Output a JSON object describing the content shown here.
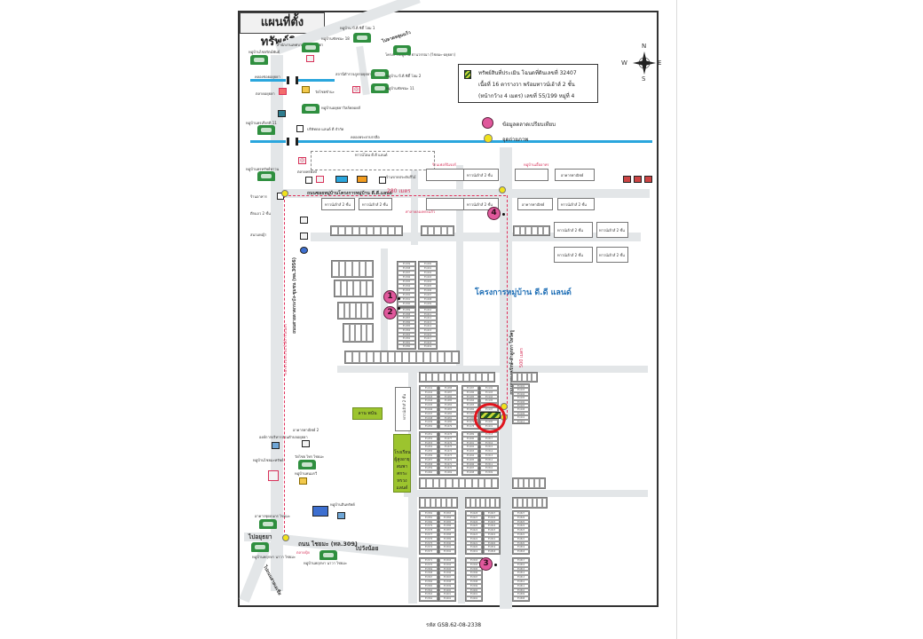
{
  "map": {
    "title": "แผนที่ตั้งทรัพย์สิน",
    "ref_code": "รหัส GSB.62-08-2338",
    "project_label": "โครงการหมู่บ้าน ดี.ดี แลนด์",
    "colors": {
      "road": "#e3e6e8",
      "canal": "#2aa6dd",
      "comparable_marker": "#e0589c",
      "photo_point": "#f1e21c",
      "subject_ring": "#e0141d",
      "green_area": "#9cc42e",
      "distance_text": "#d8325a"
    }
  },
  "legend": {
    "subject_lines": [
      "ทรัพย์สินที่ประเมิน โฉนดที่ดินเลขที่  32407",
      "เนื้อที่ 16 ตารางวา พร้อมทาวน์เฮ้าส์  2  ชั้น",
      "(หน้ากว้าง 4 เมตร) เลขที่  55/199 หมู่ที่ 4"
    ],
    "comparable_label": "ข้อมูลตลาดเปรียบเทียบ",
    "photo_label": "จุดถ่ายภาพ"
  },
  "compass": {
    "n": "N",
    "s": "S",
    "e": "E",
    "w": "W"
  },
  "roads": {
    "main_vertical": "ถนนสายองครักษ์-ลำลูกกา ไหว้ครู",
    "left_vertical": "ถนนสายลาดกระบัง-ชุมชน (ทล.3056)",
    "bottom_horizontal": "ถนน ไชยมะ (ทล.309)",
    "soi_top": "ถนนซอยหมู่บ้านโครงการหมู่บ้าน ดี.ดี.แลนด์",
    "to_left": "ไปอยุธยา",
    "to_right": "ไปวังน้อย",
    "to_bottom_left": "ไปถนนสายเอเชีย",
    "to_top_right": "ไปลาดหลุมแก้ว"
  },
  "distances": {
    "top_road": "280 เมตร",
    "main_road": "500 เมตร",
    "left_road": "ระยะทางประมาณ 6.80 กิโลเมตร"
  },
  "canals": {
    "top": "คลองซอยอยุธยา",
    "middle": "คลองพระยาบรรลือ"
  },
  "places": [
    {
      "id": "p1",
      "label": "หมู่บ้าน บี.ดี.ซิตี้ โฮม 1"
    },
    {
      "id": "p2",
      "label": "หมู่บ้านชัยชนะ 18"
    },
    {
      "id": "p3",
      "label": "สำนักงานเทศบาลตำบลอยุธยา"
    },
    {
      "id": "p4",
      "label": "หมู่บ้านไชยรัตน์พันธ์"
    },
    {
      "id": "p5",
      "label": "โครงการหมู่บ้าน ย่านวรรณา (ไชยมะ-อยุธยา)"
    },
    {
      "id": "p6",
      "label": "หมู่บ้าน บี.ดี.ซิตี้ โฮม 2"
    },
    {
      "id": "p7",
      "label": "หมู่บ้านชัยชนะ 11"
    },
    {
      "id": "p8",
      "label": "สถานีตำรวจภูธรอยุธยา"
    },
    {
      "id": "p9",
      "label": "ตลาดอยุธยา"
    },
    {
      "id": "p10",
      "label": "วัดไชยชำนะ"
    },
    {
      "id": "p11",
      "label": "หมู่บ้านอยุธยาวิลล์พลอยส์"
    },
    {
      "id": "p12",
      "label": "หมู่บ้านพรเกียรติ 11"
    },
    {
      "id": "p13",
      "label": "บริษัทดล แลนด์ ดี จำกัด"
    },
    {
      "id": "p14",
      "label": "หมู่บ้านพรทรัพย์พาวน"
    },
    {
      "id": "p15",
      "label": "ตลาดพรพงษ์"
    },
    {
      "id": "p16",
      "label": "ทาวน์โฮม ดี.ดี แลนด์"
    },
    {
      "id": "p17",
      "label": "ร้านขายประดับสีไม้"
    },
    {
      "id": "p18",
      "label": "ร้านเฟอร์นิเจอร์"
    },
    {
      "id": "p19",
      "label": "ศาลาคลองพระแก้ว"
    },
    {
      "id": "p20",
      "label": "หมู่บ้านเอื้ออาทร"
    },
    {
      "id": "p21",
      "label": "ร้านอาหาร"
    },
    {
      "id": "p22",
      "label": "ตึกแถว 2 ชั้น"
    },
    {
      "id": "p23",
      "label": "สนามหญ้า"
    },
    {
      "id": "p24",
      "label": "ลาน พนัน"
    },
    {
      "id": "p25",
      "label": "โรงเรียนผู้สูงอายุ สมพาศกระทรวงแลนด์"
    },
    {
      "id": "p26",
      "label": "อาคารพาณิชย์ 2"
    },
    {
      "id": "p27",
      "label": "องค์การบริหารส่วนตำบลอยุธยา"
    },
    {
      "id": "p28",
      "label": "หมู่บ้านไชยมะทรัพย์"
    },
    {
      "id": "p29",
      "label": "วัดไชย ไทร ไชยมะ"
    },
    {
      "id": "p30",
      "label": "หมู่บ้านพนมรวี"
    },
    {
      "id": "p31",
      "label": "อาคารชุดธนกร ไชยมะ"
    },
    {
      "id": "p32",
      "label": "หมู่บ้านสินทรัพย์"
    },
    {
      "id": "p33",
      "label": "หมู่บ้านพฤกษา นาวา ไชยมะ"
    },
    {
      "id": "p34",
      "label": "ตลาดปุ้ย"
    }
  ],
  "building_labels": {
    "shophouse": "ทาวน์เฮ้าส์ 2 ชั้น",
    "commercial": "อาคารพาณิชย์",
    "shop_2": "ตึกแถว 2 ชั้น"
  },
  "comparables": [
    {
      "number": "1"
    },
    {
      "number": "2"
    },
    {
      "number": "3"
    },
    {
      "number": "4"
    }
  ],
  "plot_numbers": {
    "block_a": [
      "55/399",
      "55/398",
      "55/397",
      "55/396",
      "55/395",
      "55/394",
      "55/393",
      "55/392",
      "55/391",
      "55/390"
    ],
    "block_b": [
      "55/400",
      "55/401",
      "55/402",
      "55/403",
      "55/404",
      "55/405",
      "55/406",
      "55/407",
      "55/408",
      "55/409"
    ],
    "block_c": [
      "55/389",
      "55/388",
      "55/387",
      "55/386",
      "55/385",
      "55/384",
      "55/383",
      "55/382",
      "55/381",
      "55/380"
    ],
    "block_d": [
      "55/410",
      "55/411",
      "55/412",
      "55/413",
      "55/414",
      "55/415",
      "55/416",
      "55/417",
      "55/418",
      "55/419"
    ],
    "subject_col_left": [
      "55/441",
      "55/442",
      "55/443",
      "55/444",
      "55/445",
      "55/446",
      "55/447",
      "55/448",
      "55/449",
      "55/450"
    ],
    "subject_col_mid": [
      "55/488",
      "55/487",
      "55/486",
      "55/485",
      "55/484",
      "55/483",
      "55/482",
      "55/481",
      "55/480",
      "55/479"
    ],
    "subject_col_right": [
      "55/187",
      "55/186",
      "55/185",
      "55/184",
      "55/183",
      "55/182",
      "55/181",
      "55/180",
      "55/179",
      "55/178"
    ],
    "subject_col_far": [
      "55/192",
      "55/193",
      "55/194",
      "55/195",
      "55/196",
      "55/197",
      "55/198",
      "55/199",
      "55/200",
      "55/201"
    ],
    "east_col": [
      "55/202",
      "55/203",
      "55/204",
      "55/205",
      "55/206",
      "55/207",
      "55/208",
      "55/209",
      "55/210",
      "55/211"
    ],
    "lower_left": [
      "55/451",
      "55/452",
      "55/453",
      "55/454",
      "55/455",
      "55/456",
      "55/457",
      "55/458",
      "55/459",
      "55/460"
    ],
    "lower_mid": [
      "55/478",
      "55/477",
      "55/476",
      "55/475",
      "55/474",
      "55/473",
      "55/472",
      "55/471",
      "55/470",
      "55/469"
    ],
    "lower_right_a": [
      "55/489",
      "55/490",
      "55/491",
      "55/492",
      "55/493",
      "55/494",
      "55/495",
      "55/496",
      "55/497",
      "55/498"
    ],
    "lower_right_b": [
      "55/518",
      "55/517",
      "55/516",
      "55/515",
      "55/514",
      "55/513",
      "55/512",
      "55/511",
      "55/510",
      "55/509"
    ],
    "south_a": [
      "55/582",
      "55/581",
      "55/580",
      "55/579",
      "55/578",
      "55/577",
      "55/576",
      "55/575",
      "55/574",
      "55/573"
    ],
    "south_b": [
      "55/583",
      "55/584",
      "55/585",
      "55/586",
      "55/587",
      "55/588",
      "55/589",
      "55/590",
      "55/591",
      "55/592"
    ],
    "south_c": [
      "55/628",
      "55/627",
      "55/626",
      "55/625",
      "55/624",
      "55/623",
      "55/622",
      "55/621",
      "55/620",
      "55/619"
    ],
    "south_d": [
      "55/827",
      "55/826",
      "55/825",
      "55/824",
      "55/823",
      "55/822",
      "55/821",
      "55/820",
      "55/819",
      "55/818"
    ],
    "far_south_a": [
      "55/571",
      "55/570",
      "55/569",
      "55/568",
      "55/567",
      "55/566",
      "55/565",
      "55/564",
      "55/563",
      "55/562"
    ],
    "far_south_b": [
      "55/593",
      "55/594",
      "55/595",
      "55/596",
      "55/597",
      "55/598",
      "55/599",
      "55/600",
      "55/601",
      "55/602"
    ],
    "far_south_c": [
      "55/817",
      "55/816",
      "55/815",
      "55/814",
      "55/813",
      "55/812",
      "55/811",
      "55/810",
      "55/809",
      "55/808"
    ]
  }
}
